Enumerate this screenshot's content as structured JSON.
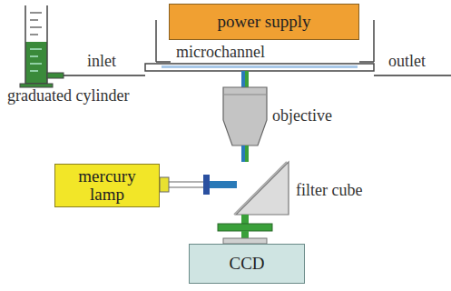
{
  "diagram": {
    "nodes": [
      {
        "text": [
          "power supply"
        ]
      },
      {
        "text": [
          "mercury lamp"
        ]
      },
      {
        "text": [
          "CCD"
        ]
      }
    ],
    "labels": [
      "microchannel",
      "inlet",
      "outlet",
      "graduated cylinder",
      "objective",
      "filter cube"
    ]
  }
}
